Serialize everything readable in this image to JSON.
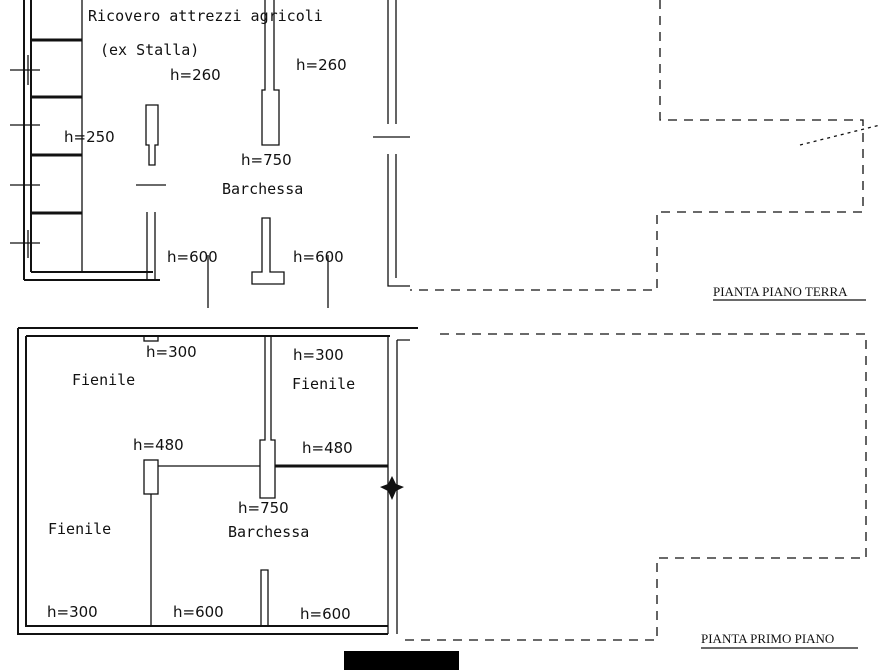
{
  "ground_floor": {
    "title": "PIANTA PIANO TERRA",
    "room_tool": "Ricovero attrezzi agricoli",
    "room_stable": "(ex Stalla)",
    "room_barchessa": "Barchessa",
    "h_260_a": "h=260",
    "h_260_b": "h=260",
    "h_250": "h=250",
    "h_750": "h=750",
    "h_600_a": "h=600",
    "h_600_b": "h=600"
  },
  "first_floor": {
    "title": "PIANTA PRIMO PIANO",
    "fienile_top_left": "Fienile",
    "fienile_top_right": "Fienile",
    "fienile_left": "Fienile",
    "room_barchessa": "Barchessa",
    "h_300_a": "h=300",
    "h_300_b": "h=300",
    "h_480_a": "h=480",
    "h_480_b": "h=480",
    "h_750": "h=750",
    "h_300_c": "h=300",
    "h_600_a": "h=600",
    "h_600_b": "h=600"
  },
  "colors": {
    "ink": "#111111",
    "paper": "#ffffff",
    "redaction": "#000000"
  }
}
